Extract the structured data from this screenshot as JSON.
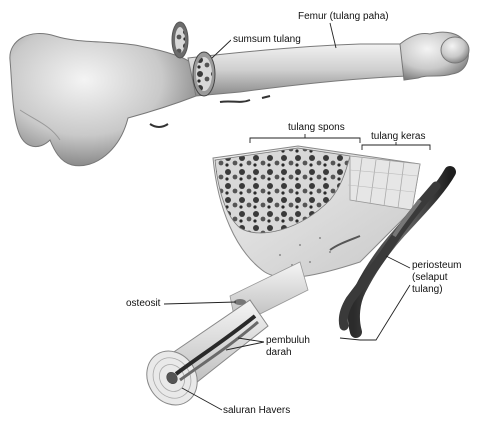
{
  "labels": {
    "femur": "Femur (tulang paha)",
    "sumsum": "sumsum tulang",
    "spons": "tulang spons",
    "keras": "tulang keras",
    "osteosit": "osteosit",
    "pembuluh": [
      "pembuluh",
      "darah"
    ],
    "periosteum": [
      "periosteum",
      "(selaput",
      "tulang)"
    ],
    "havers": "saluran Havers"
  }
}
